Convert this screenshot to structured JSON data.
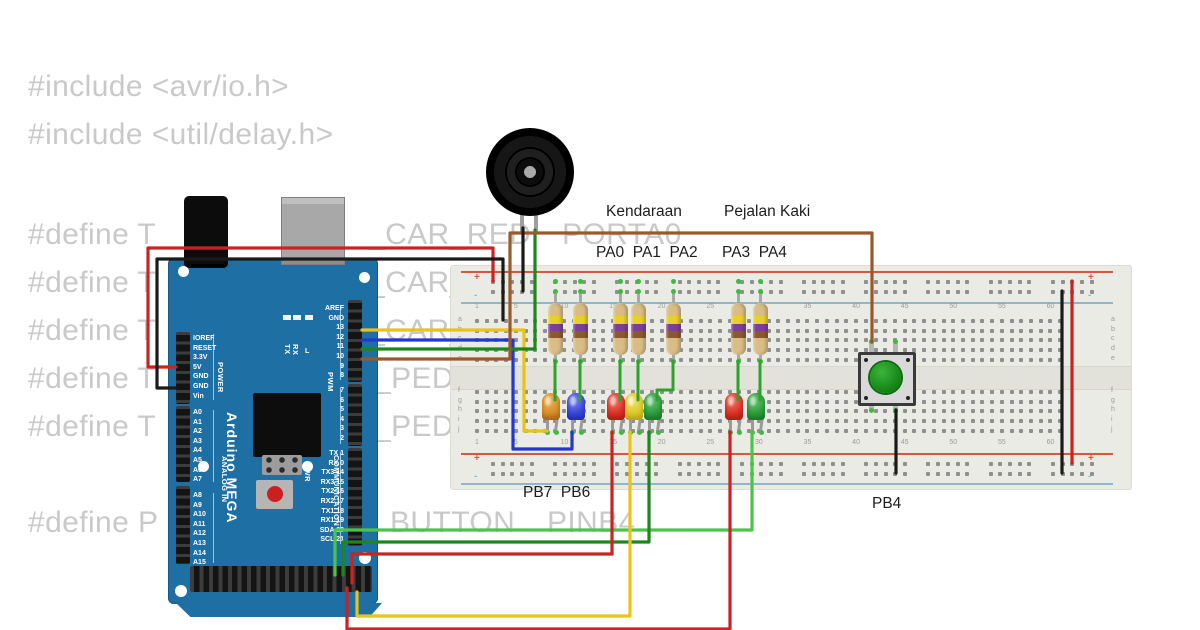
{
  "code": {
    "includes": [
      "#include <avr/io.h>",
      "#include <util/delay.h>"
    ],
    "defines": [
      {
        "left": "#define T",
        "mid": "_CAR_RED",
        "right": "PORTA0"
      },
      {
        "left": "#define T",
        "mid": "_CAR_",
        "right": ""
      },
      {
        "left": "#define T",
        "mid": "_CAR_",
        "right": ""
      },
      {
        "left": "#define T",
        "mid": "_PED",
        "right": ""
      },
      {
        "left": "#define T",
        "mid": "_PED",
        "right": ""
      },
      {
        "left": "#define P",
        "mid": "BUTTON",
        "right": "PINB4"
      }
    ],
    "text_color": "#c9c9c9"
  },
  "labels": {
    "kendaraan": "Kendaraan",
    "pejalan": "Pejalan Kaki",
    "pa_car": "PA0  PA1  PA2",
    "pa_ped": "PA3  PA4",
    "pb76": "PB7  PB6",
    "pb4": "PB4"
  },
  "arduino": {
    "title": "Arduino MEGA",
    "side_labels": {
      "power": "POWER",
      "analog": "ANALOG IN",
      "comm": "COMMUNICATION",
      "pwm": "PWM",
      "pwr": "PWR",
      "tx": "TX",
      "rx": "RX",
      "l": "L"
    },
    "left_groups": [
      {
        "labels": [
          "IOREF",
          "RESET",
          "3.3V",
          "5V",
          "GND",
          "GND",
          "Vin"
        ]
      },
      {
        "labels": [
          "A0",
          "A1",
          "A2",
          "A3",
          "A4",
          "A5",
          "A6",
          "A7"
        ]
      },
      {
        "labels": [
          "A8",
          "A9",
          "A10",
          "A11",
          "A12",
          "A13",
          "A14",
          "A15"
        ]
      }
    ],
    "right_groups": [
      {
        "labels": [
          "AREF",
          "GND",
          "13",
          "12",
          "11",
          "10",
          "9",
          "8"
        ]
      },
      {
        "labels": [
          "7",
          "6",
          "5",
          "4",
          "3",
          "2"
        ]
      },
      {
        "labels": [
          "TX 1",
          "RX 0",
          "TX3 14",
          "RX3 15",
          "TX2 16",
          "RX2 17",
          "TX1 18",
          "RX1 19",
          "SDA 20",
          "SCL 21"
        ]
      }
    ],
    "board_color": "#1e6fa3"
  },
  "breadboard": {
    "numbers": [
      "1",
      "5",
      "10",
      "15",
      "20",
      "25",
      "30",
      "35",
      "40",
      "45",
      "50",
      "55",
      "60"
    ],
    "letters_top": [
      "a",
      "b",
      "c",
      "d",
      "e"
    ],
    "letters_bottom": [
      "f",
      "g",
      "h",
      "i",
      "j"
    ],
    "plus": "+",
    "minus": "-",
    "plus_color": "#d4593f",
    "minus_color": "#8fb7cc"
  },
  "components": {
    "buzzer": {
      "type": "piezo-buzzer"
    },
    "resistors": {
      "count": 7,
      "band_colors": [
        "yellow",
        "violet",
        "brown"
      ]
    },
    "leds": [
      {
        "color": "orange"
      },
      {
        "color": "blue"
      },
      {
        "color": "red"
      },
      {
        "color": "yellow"
      },
      {
        "color": "green"
      },
      {
        "color": "red"
      },
      {
        "color": "green"
      }
    ],
    "button": {
      "cap_color": "green"
    },
    "wires": [
      {
        "name": "5v-to-plus-rail",
        "color": "#cc2222"
      },
      {
        "name": "gnd-to-breadboard",
        "color": "#1a1a1a"
      },
      {
        "name": "pin13-yellow",
        "color": "#e8c416"
      },
      {
        "name": "pin12-blue",
        "color": "#2236d4"
      },
      {
        "name": "pin11-buzzer-green",
        "color": "#1d861d"
      },
      {
        "name": "pin10-button-brown",
        "color": "#99592b"
      },
      {
        "name": "buzzer-gnd-black",
        "color": "#1a1a1a"
      },
      {
        "name": "ped-green-wire",
        "color": "#4cc44c"
      },
      {
        "name": "car-green-wire",
        "color": "#1d861d"
      },
      {
        "name": "car-red-wire",
        "color": "#cc2222"
      },
      {
        "name": "car-yellow-wire",
        "color": "#e8c416"
      },
      {
        "name": "ped-red-wire",
        "color": "#cc2222"
      },
      {
        "name": "button-gnd-black",
        "color": "#1a1a1a"
      },
      {
        "name": "rail-bridge-black",
        "color": "#1a1a1a"
      },
      {
        "name": "rail-bridge-red",
        "color": "#cc2222"
      }
    ]
  }
}
